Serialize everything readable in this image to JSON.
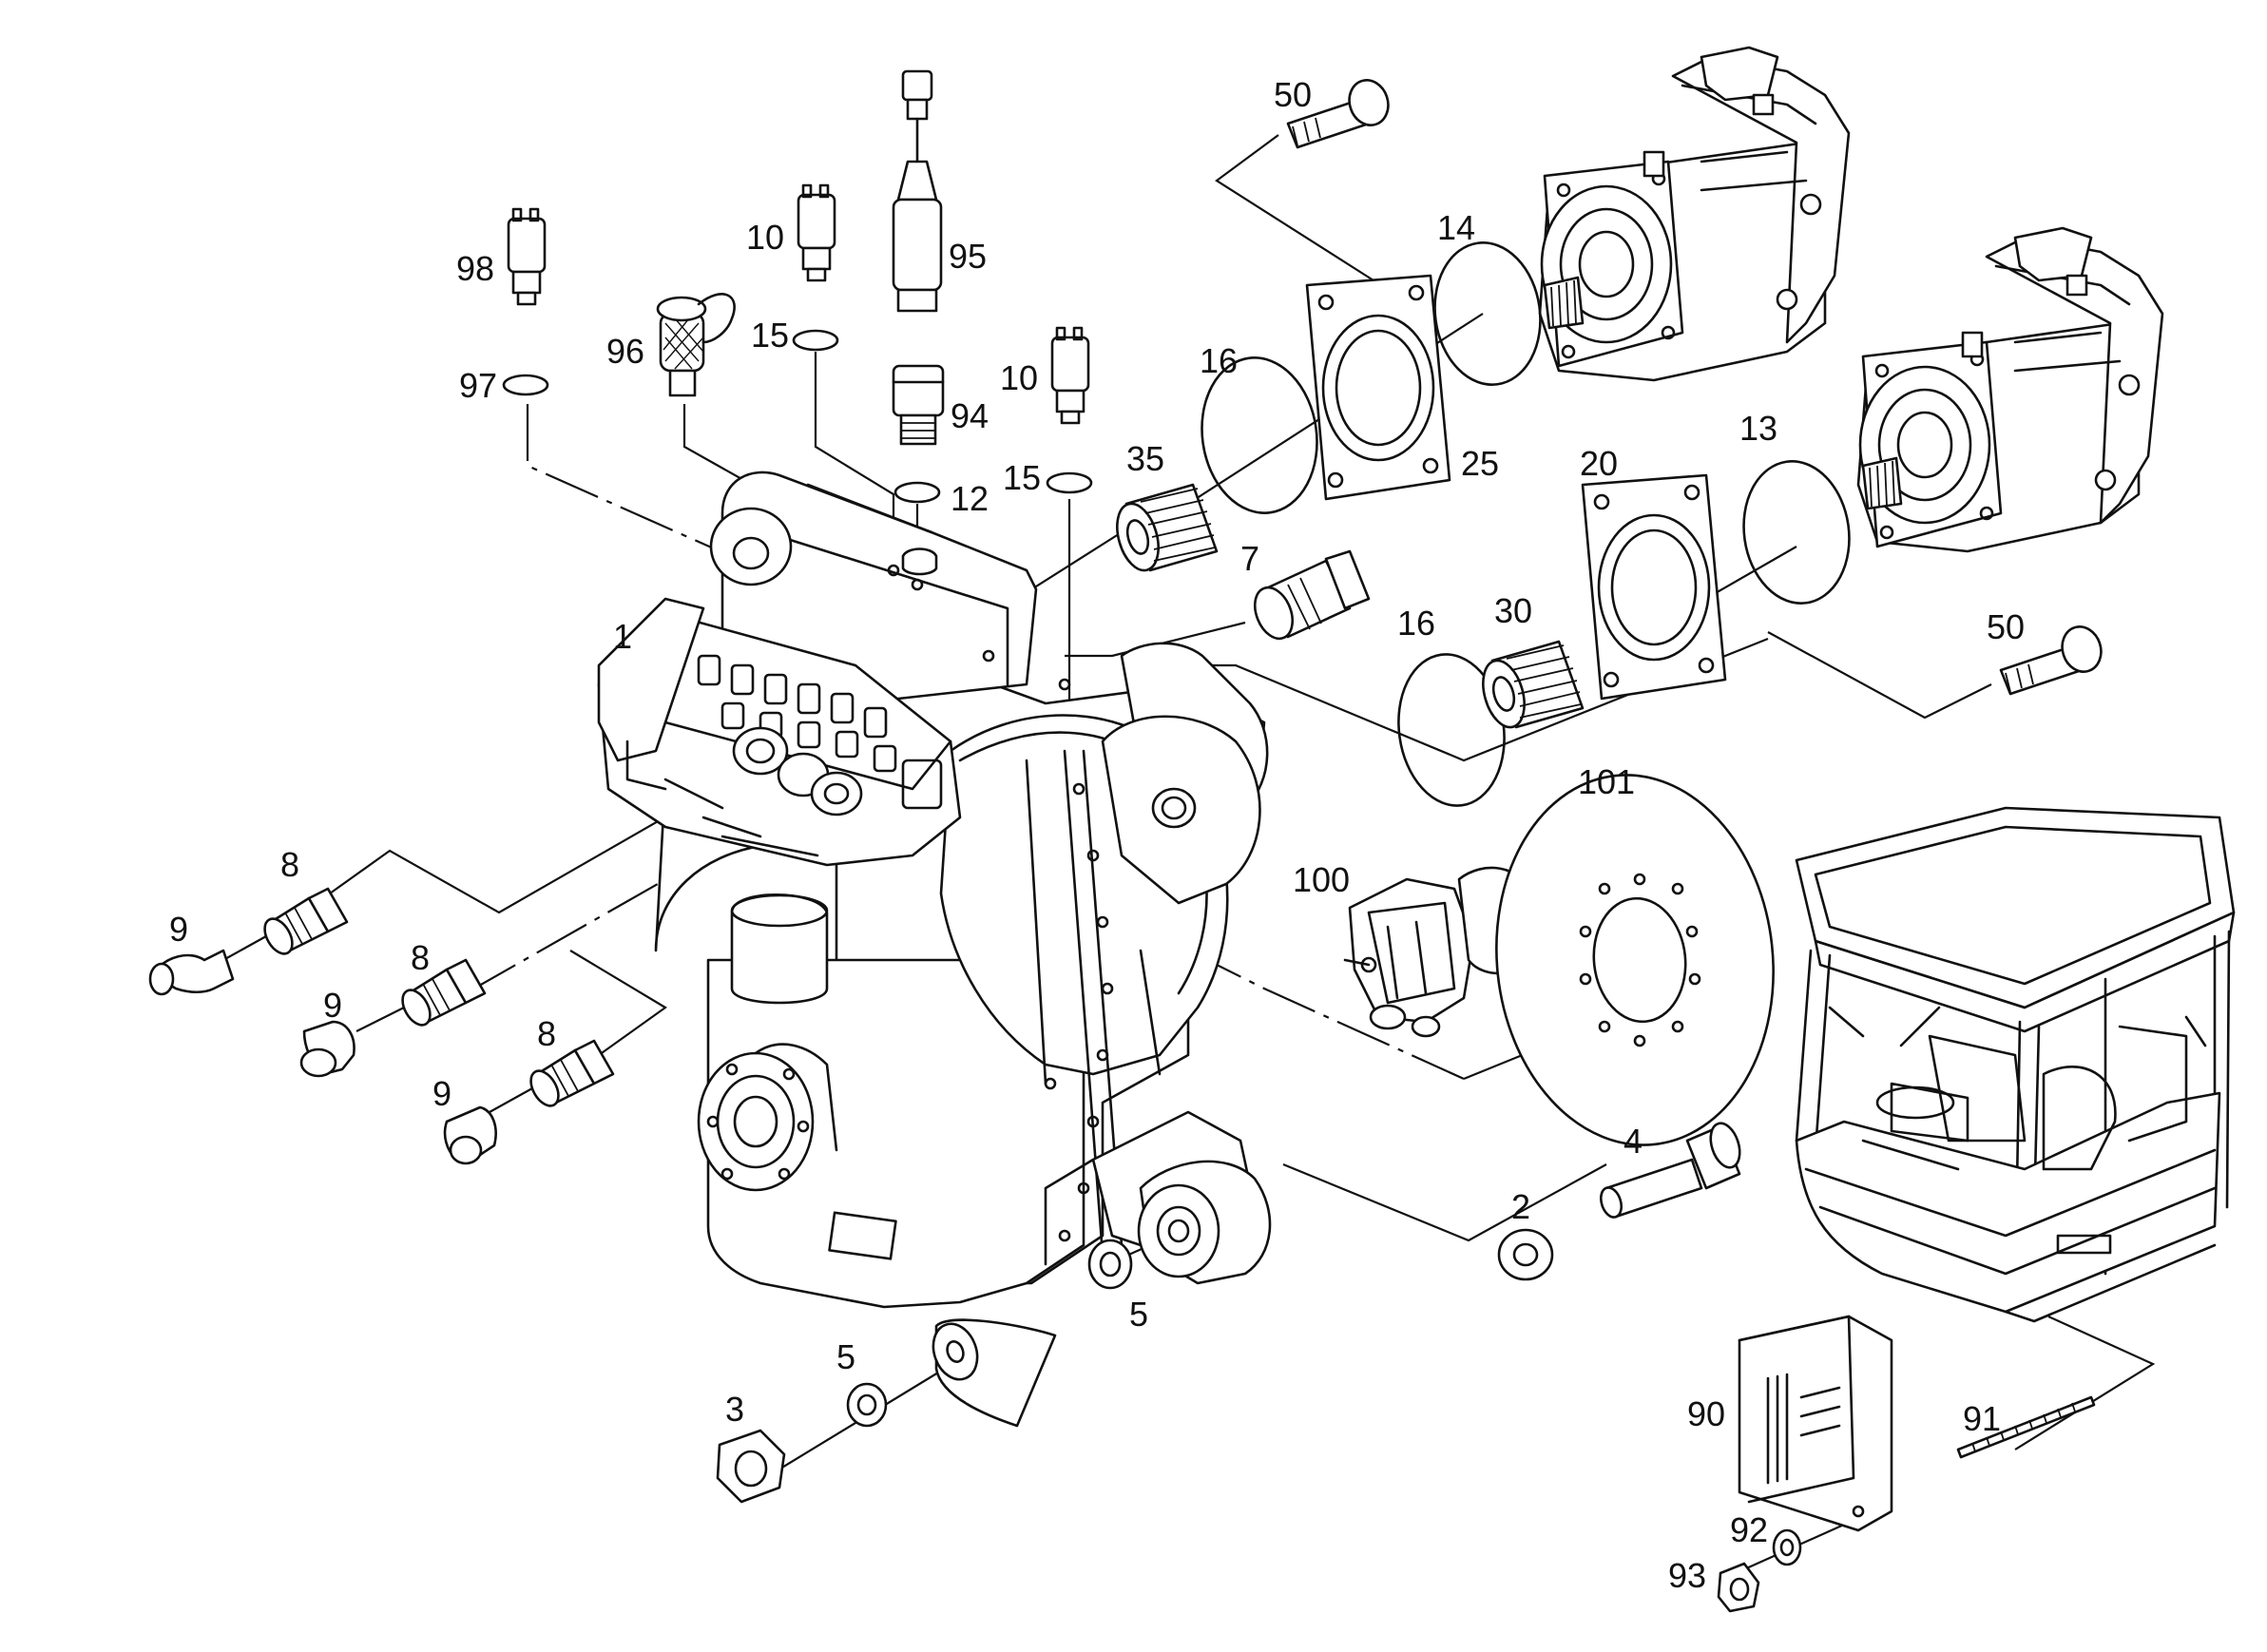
{
  "callouts": {
    "c1": "1",
    "c2": "2",
    "c3": "3",
    "c4": "4",
    "c5a": "5",
    "c5b": "5",
    "c7": "7",
    "c8a": "8",
    "c8b": "8",
    "c8c": "8",
    "c9a": "9",
    "c9b": "9",
    "c9c": "9",
    "c10a": "10",
    "c10b": "10",
    "c12": "12",
    "c13": "13",
    "c14": "14",
    "c15a": "15",
    "c15b": "15",
    "c16a": "16",
    "c16b": "16",
    "c20": "20",
    "c25": "25",
    "c30": "30",
    "c35": "35",
    "c50a": "50",
    "c50b": "50",
    "c90": "90",
    "c91": "91",
    "c92": "92",
    "c93": "93",
    "c94": "94",
    "c95": "95",
    "c96": "96",
    "c97": "97",
    "c98": "98",
    "c100": "100",
    "c101": "101"
  }
}
